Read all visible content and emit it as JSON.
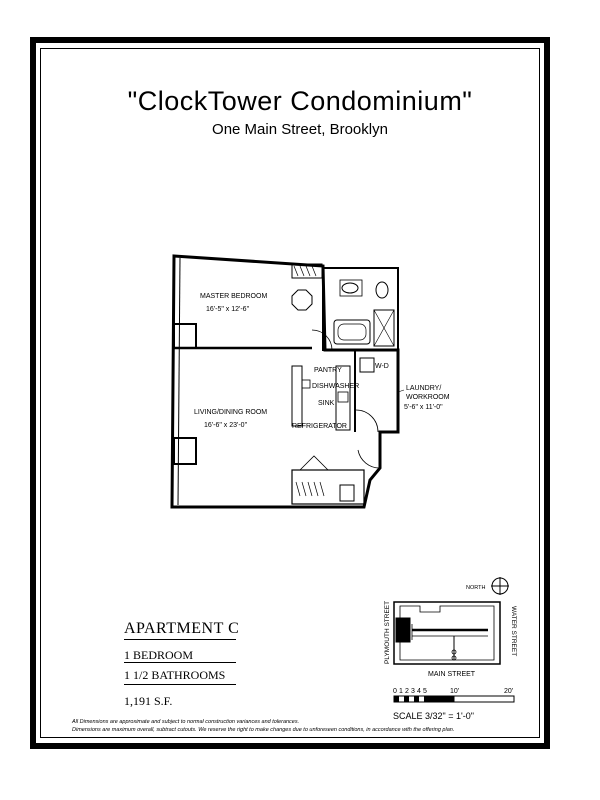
{
  "title": "\"ClockTower Condominium\"",
  "subtitle": "One Main Street, Brooklyn",
  "rooms": {
    "master_bedroom": {
      "name": "MASTER BEDROOM",
      "dims": "16'-5\" x 12'-6\""
    },
    "living_dining": {
      "name": "LIVING/DINING ROOM",
      "dims": "16'-6\" x 23'-0\""
    },
    "laundry_line1": "LAUNDRY/",
    "laundry_line2": "WORKROOM",
    "laundry_dims": "5'-6\" x 11'-0\"",
    "pantry": "PANTRY",
    "dishwasher": "DISHWASHER",
    "sink": "SINK",
    "refrigerator": "REFRIGERATOR",
    "wd": "W-D"
  },
  "site_plan": {
    "north": "NORTH",
    "street_left": "PLYMOUTH STREET",
    "street_right": "WATER STREET",
    "street_bottom": "MAIN STREET"
  },
  "scale": {
    "ticks": [
      "0",
      "1",
      "2",
      "3",
      "4",
      "5",
      "10'",
      "20'"
    ],
    "text": "SCALE 3/32\" = 1'-0\""
  },
  "apartment": {
    "name": "APARTMENT C",
    "bedrooms": "1 BEDROOM",
    "bathrooms": "1 1/2 BATHROOMS",
    "area": "1,191 S.F."
  },
  "disclaimer": {
    "line1": "All Dimensions are approximate and subject to normal construction variances and tolerances.",
    "line2": "Dimensions are maximum overall, subtract cutouts.  We reserve the right to make changes due to unforeseen conditions, in accordance with the offering plan."
  }
}
